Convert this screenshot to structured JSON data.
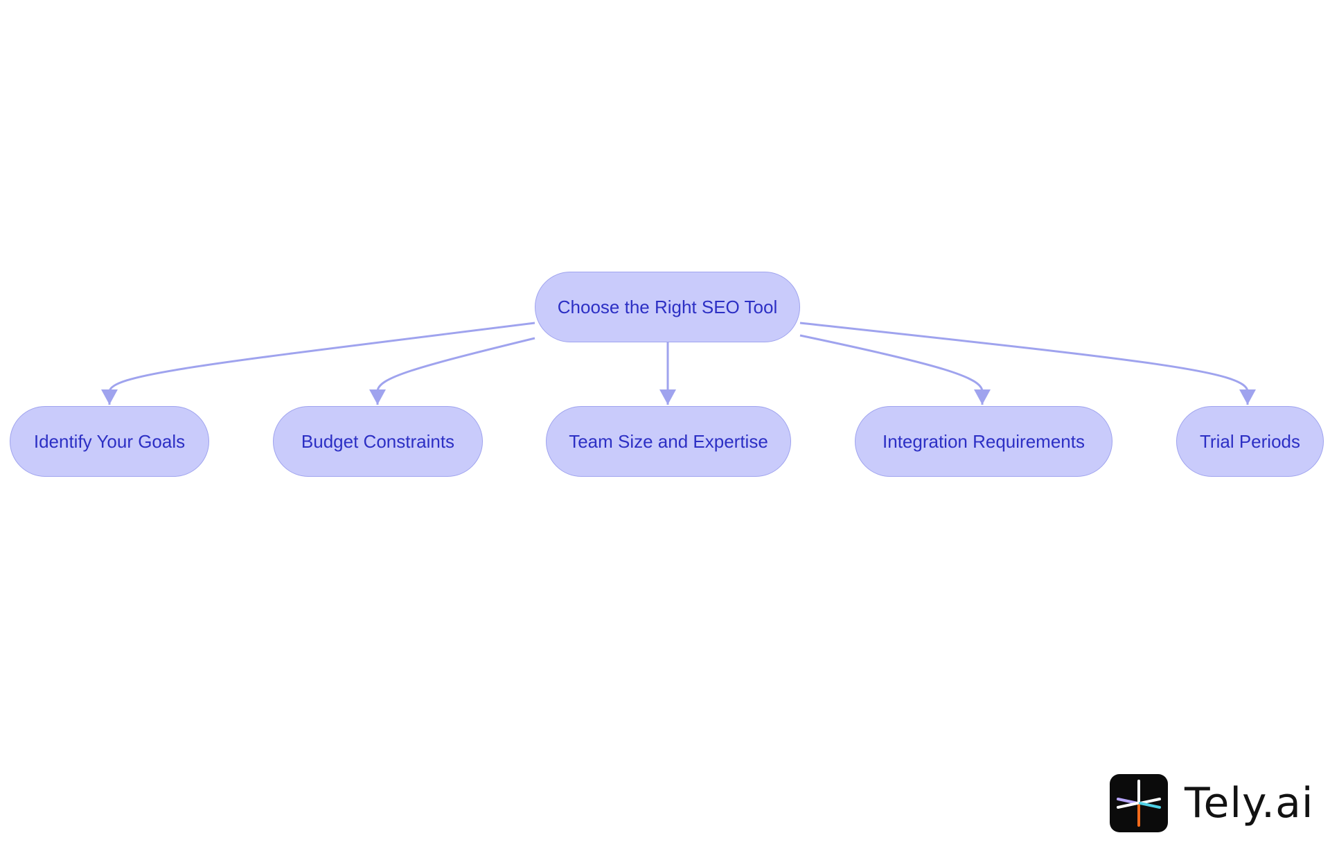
{
  "diagram": {
    "root": {
      "label": "Choose the Right SEO Tool"
    },
    "children": [
      {
        "label": "Identify Your Goals"
      },
      {
        "label": "Budget Constraints"
      },
      {
        "label": "Team Size and Expertise"
      },
      {
        "label": "Integration Requirements"
      },
      {
        "label": "Trial Periods"
      }
    ],
    "colors": {
      "node_fill": "#c9cbfb",
      "node_border": "#9fa3ee",
      "node_text": "#2c2fc4",
      "edge": "#9fa3ee"
    }
  },
  "brand": {
    "name": "Tely.ai",
    "icon": "tely-logo-icon"
  }
}
